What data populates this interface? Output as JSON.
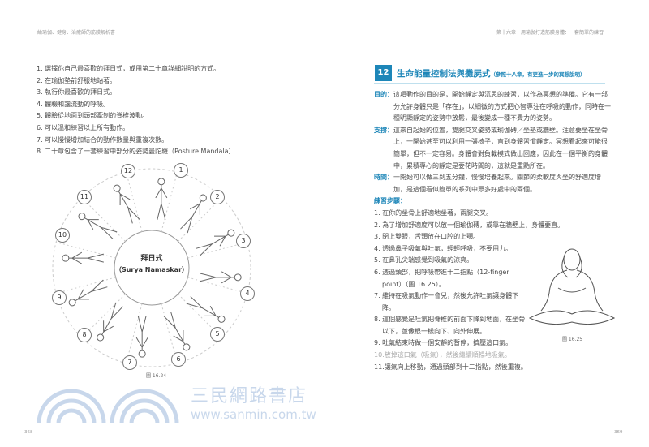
{
  "left_page": {
    "running_header": "給瑜伽、健身、治療師的筋膜解析書",
    "steps": [
      "1. 選擇你自己最喜歡的拜日式，或用第二十章詳細說明的方式。",
      "2. 在瑜伽墊前舒服地站著。",
      "3. 執行你最喜歡的拜日式。",
      "4. 體驗和諧流動的呼吸。",
      "5. 體驗從地面到頭部牽制的脊椎波動。",
      "6. 可以溫和練習以上所有動作。",
      "7. 可以慢慢增加結合的動作數量與重複次數。",
      "8. 二十章包含了一套練習中部分的姿勢曼陀羅（Posture Mandala）"
    ],
    "mandala": {
      "center_title": "拜日式",
      "center_subtitle": "（Surya Namaskar）",
      "positions": [
        "12",
        "1",
        "2",
        "3",
        "4",
        "5",
        "6",
        "7",
        "8",
        "9",
        "10",
        "11"
      ]
    },
    "figure_caption": "圖 16.24",
    "page_number": "368"
  },
  "right_page": {
    "running_header": "第十六章　用瑜伽打造筋膜身體：一套簡單的練習",
    "section_number": "12",
    "section_title": "生命能量控制法與攤屍式",
    "section_note": "（參照十八章，有更進一步的冥想說明）",
    "purpose_label": "目的：",
    "purpose_text": "這項動作的目的是，開始靜定與沉思的練習，以作為冥想的準備。它有一部分允許身體只是「存在」，以細微的方式把心智專注在呼吸的動作，同時在一種明顯靜定的姿勢中放鬆，最後變成一種不費力的姿勢。",
    "support_label": "支撐：",
    "support_text": "這來自起始的位置，雙腿交叉姿勢或瑜伽磚／坐墊或牆壁。注意要坐在坐骨上，一開始甚至可以利用一張椅子，直到身體習慣靜定。冥想看起來可能很簡單，但不一定容易。身體會對負載模式做出回應，因此在一個平衡的身體中，累積專心的靜定是要花時間的，這就是重點所在。",
    "time_label": "時間：",
    "time_text": "一開始可以做三到五分鐘，慢慢培養起來。關節的柔軟度與坐的舒適度增加，是這個看似簡單的系列中眾多好處中的兩個。",
    "steps_label": "練習步驟：",
    "steps": [
      "1. 在你的坐骨上舒適地坐著，兩腿交叉。",
      "2. 為了增加舒適度可以放一個瑜伽磚，或靠在牆壁上，身體要直。",
      "3. 閉上雙眼，舌頭放在口腔的上顎。",
      "4. 透過鼻子吸氣與吐氣，輕輕呼吸，不要用力。",
      "5. 在鼻孔尖端感覺到吸氣的涼爽。",
      "6. 透過頭部，把呼吸帶進十二指點（12-finger point）（圖 16.25）。",
      "7. 維持在吸氣動作一會兒，然後允許吐氣讓身體下降。",
      "8. 這個感覺是吐氣把脊椎的前面下降到地面，在坐骨以下，並像根一樣向下、向外伸展。",
      "9. 吐氣結束時做一個安靜的暫停，擠壓這口氣。",
      "10.放掉這口氣（吸氣），然後繼續順暢地吸氣。",
      "11.讓氣向上移動，通過頭部到十二指點，然後重複。"
    ],
    "figure_caption": "圖 16.25",
    "page_number": "369"
  },
  "watermark": {
    "name": "三民網路書店",
    "url": "www.sanmin.com.tw"
  },
  "colors": {
    "accent": "#1d86b8",
    "text": "#4a4a4a",
    "watermark": "#c9d9ec"
  }
}
